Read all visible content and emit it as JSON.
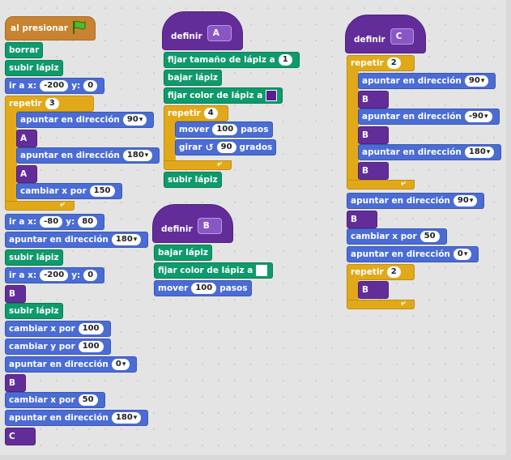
{
  "when_flag": "al presionar",
  "colors": {
    "motion": "#4a6cd4",
    "pen": "#0e9a6c",
    "control": "#e1a91a",
    "events": "#c88330",
    "more_blocks": "#632d99"
  },
  "icons": {
    "flag": "green-flag-icon",
    "rotate": "rotate-left-icon",
    "dropdown": "dropdown-arrow-icon"
  },
  "main": {
    "clear": "borrar",
    "pen_up_1": "subir lápiz",
    "goto_1": {
      "label": "ir a x:",
      "x": "-200",
      "ylabel": "y:",
      "y": "0"
    },
    "repeat": {
      "label": "repetir",
      "count": "3"
    },
    "point_1": {
      "label": "apuntar en dirección",
      "value": "90"
    },
    "call_a_1": "A",
    "point_2": {
      "label": "apuntar en dirección",
      "value": "180"
    },
    "call_a_2": "A",
    "change_x_1": {
      "label": "cambiar x por",
      "value": "150"
    },
    "goto_2": {
      "label": "ir a x:",
      "x": "-80",
      "ylabel": "y:",
      "y": "80"
    },
    "point_3": {
      "label": "apuntar en dirección",
      "value": "180"
    },
    "pen_up_2": "subir lápiz",
    "goto_3": {
      "label": "ir a x:",
      "x": "-200",
      "ylabel": "y:",
      "y": "0"
    },
    "call_b": "B",
    "pen_up_3": "subir lápiz",
    "change_x_2": {
      "label": "cambiar x por",
      "value": "100"
    },
    "change_y": {
      "label": "cambiar y por",
      "value": "100"
    },
    "point_4": {
      "label": "apuntar en dirección",
      "value": "0"
    },
    "call_b_2": "B",
    "change_x_3": {
      "label": "cambiar x por",
      "value": "50"
    },
    "point_5": {
      "label": "apuntar en dirección",
      "value": "180"
    },
    "call_c": "C"
  },
  "def_a": {
    "define": "definir",
    "name": "A",
    "pen_size": {
      "label": "fijar tamaño de lápiz a",
      "value": "1"
    },
    "pen_down": "bajar lápiz",
    "pen_color": {
      "label": "fijar color de lápiz a",
      "color": "#5b1d8e"
    },
    "repeat": {
      "label": "repetir",
      "count": "4"
    },
    "move": {
      "label": "mover",
      "value": "100",
      "unit": "pasos"
    },
    "turn": {
      "label": "girar",
      "value": "90",
      "unit": "grados"
    },
    "pen_up": "subir lápiz"
  },
  "def_b": {
    "define": "definir",
    "name": "B",
    "pen_down": "bajar lápiz",
    "pen_color": {
      "label": "fijar color de lápiz a",
      "color": "#ffffff"
    },
    "move": {
      "label": "mover",
      "value": "100",
      "unit": "pasos"
    }
  },
  "def_c": {
    "define": "definir",
    "name": "C",
    "repeat": {
      "label": "repetir",
      "count": "2"
    },
    "point_1": {
      "label": "apuntar en dirección",
      "value": "90"
    },
    "call_b_1": "B",
    "point_2": {
      "label": "apuntar en dirección",
      "value": "-90"
    },
    "call_b_2": "B",
    "point_3": {
      "label": "apuntar en dirección",
      "value": "180"
    },
    "call_b_3": "B",
    "point_4": {
      "label": "apuntar en dirección",
      "value": "90"
    },
    "call_b_4": "B",
    "change_x": {
      "label": "cambiar x por",
      "value": "50"
    },
    "point_5": {
      "label": "apuntar en dirección",
      "value": "0"
    },
    "repeat_2": {
      "label": "repetir",
      "count": "2"
    },
    "call_b_5": "B"
  }
}
